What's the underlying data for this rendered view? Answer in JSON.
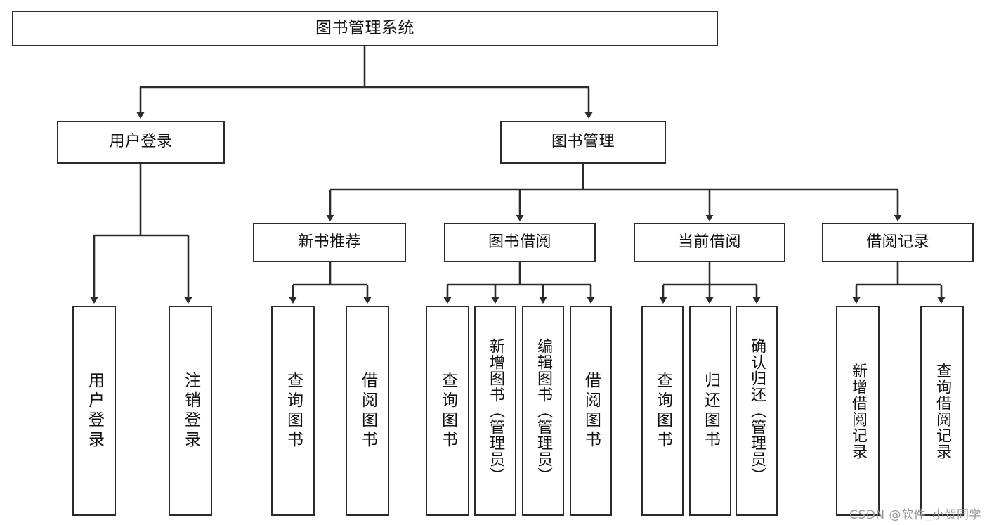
{
  "diagram": {
    "type": "tree-hierarchy",
    "title": "图书管理系统",
    "root": {
      "id": "root",
      "label": "图书管理系统",
      "orientation": "horizontal"
    },
    "level2": [
      {
        "id": "user-login",
        "label": "用户登录",
        "orientation": "horizontal"
      },
      {
        "id": "book-management",
        "label": "图书管理",
        "orientation": "horizontal"
      }
    ],
    "level3": [
      {
        "id": "new-book-recommend",
        "label": "新书推荐",
        "orientation": "horizontal",
        "parent": "book-management"
      },
      {
        "id": "book-borrow",
        "label": "图书借阅",
        "orientation": "horizontal",
        "parent": "book-management"
      },
      {
        "id": "current-borrow",
        "label": "当前借阅",
        "orientation": "horizontal",
        "parent": "book-management"
      },
      {
        "id": "borrow-record",
        "label": "借阅记录",
        "orientation": "horizontal",
        "parent": "book-management"
      }
    ],
    "leaves": [
      {
        "id": "leaf-user-login",
        "label": "用户登录",
        "parent": "user-login"
      },
      {
        "id": "leaf-logout",
        "label": "注销登录",
        "parent": "user-login"
      },
      {
        "id": "leaf-query-book-1",
        "label": "查询图书",
        "parent": "new-book-recommend"
      },
      {
        "id": "leaf-borrow-book-1",
        "label": "借阅图书",
        "parent": "new-book-recommend"
      },
      {
        "id": "leaf-query-book-2",
        "label": "查询图书",
        "parent": "book-borrow"
      },
      {
        "id": "leaf-add-book",
        "label": "新增图书（管理员）",
        "parent": "book-borrow"
      },
      {
        "id": "leaf-edit-book",
        "label": "编辑图书（管理员）",
        "parent": "book-borrow"
      },
      {
        "id": "leaf-borrow-book-2",
        "label": "借阅图书",
        "parent": "book-borrow"
      },
      {
        "id": "leaf-query-book-3",
        "label": "查询图书",
        "parent": "current-borrow"
      },
      {
        "id": "leaf-return-book",
        "label": "归还图书",
        "parent": "current-borrow"
      },
      {
        "id": "leaf-confirm-return",
        "label": "确认归还（管理员）",
        "parent": "current-borrow"
      },
      {
        "id": "leaf-add-record",
        "label": "新增借阅记录",
        "parent": "borrow-record"
      },
      {
        "id": "leaf-query-record",
        "label": "查询借阅记录",
        "parent": "borrow-record"
      }
    ],
    "colors": {
      "stroke": "#2b2b2b",
      "fill": "#ffffff",
      "text": "#111111",
      "watermark": "#9a9a9a"
    }
  },
  "watermark": {
    "text": "CSDN @软件_小贺同学"
  }
}
